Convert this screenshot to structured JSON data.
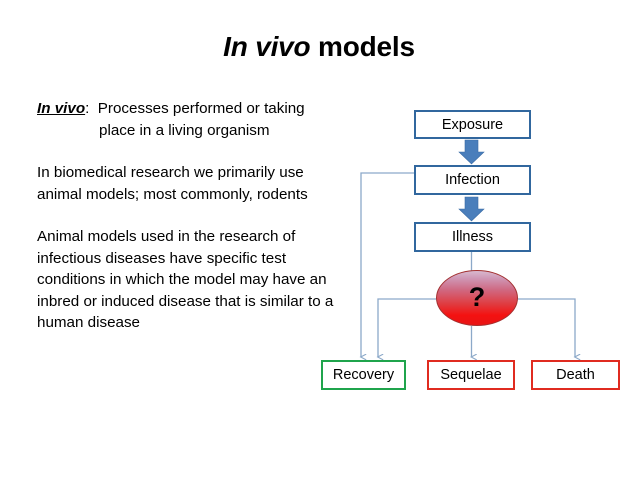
{
  "slide": {
    "title_italic": "In vivo",
    "title_rest": " models",
    "title_full": "In vivo models",
    "background_color": "#ffffff"
  },
  "text_column": {
    "definition": {
      "term": "In vivo",
      "colon": ":",
      "line1": "Processes performed or taking",
      "line2": "place in a living organism"
    },
    "paragraph2": "In biomedical research we primarily use animal models; most commonly, rodents",
    "paragraph3": "Animal models used in the research of infectious diseases have specific test conditions in which the model may have an inbred or induced disease that is similar to a human disease"
  },
  "flowchart": {
    "nodes": [
      {
        "id": "exposure",
        "label": "Exposure",
        "border_color": "#31679E",
        "shape": "rect"
      },
      {
        "id": "infection",
        "label": "Infection",
        "border_color": "#31679E",
        "shape": "rect"
      },
      {
        "id": "illness",
        "label": "Illness",
        "border_color": "#31679E",
        "shape": "rect"
      },
      {
        "id": "question",
        "label": "?",
        "border_color": "#A33030",
        "shape": "ellipse",
        "fill_top": "#d8b9cf",
        "fill_bottom": "#f41111"
      },
      {
        "id": "recovery",
        "label": "Recovery",
        "border_color": "#1FA44C",
        "shape": "rect"
      },
      {
        "id": "sequelae",
        "label": "Sequelae",
        "border_color": "#E02B20",
        "shape": "rect"
      },
      {
        "id": "death",
        "label": "Death",
        "border_color": "#E02B20",
        "shape": "rect"
      }
    ],
    "connectors": [
      {
        "from": "exposure",
        "to": "infection",
        "style": "thick-block-arrow",
        "color": "#4A7EBB"
      },
      {
        "from": "infection",
        "to": "illness",
        "style": "thick-block-arrow",
        "color": "#4A7EBB"
      },
      {
        "from": "illness",
        "to": "question",
        "style": "thin-line",
        "color": "#8CA9C9"
      },
      {
        "from": "infection",
        "to": "recovery",
        "style": "thin-elbow-arrow",
        "color": "#8CA9C9"
      },
      {
        "from": "question",
        "to": "recovery",
        "style": "thin-elbow-arrow",
        "color": "#8CA9C9"
      },
      {
        "from": "question",
        "to": "sequelae",
        "style": "thin-line-arrow",
        "color": "#8CA9C9"
      },
      {
        "from": "question",
        "to": "death",
        "style": "thin-elbow-arrow",
        "color": "#8CA9C9"
      }
    ]
  }
}
